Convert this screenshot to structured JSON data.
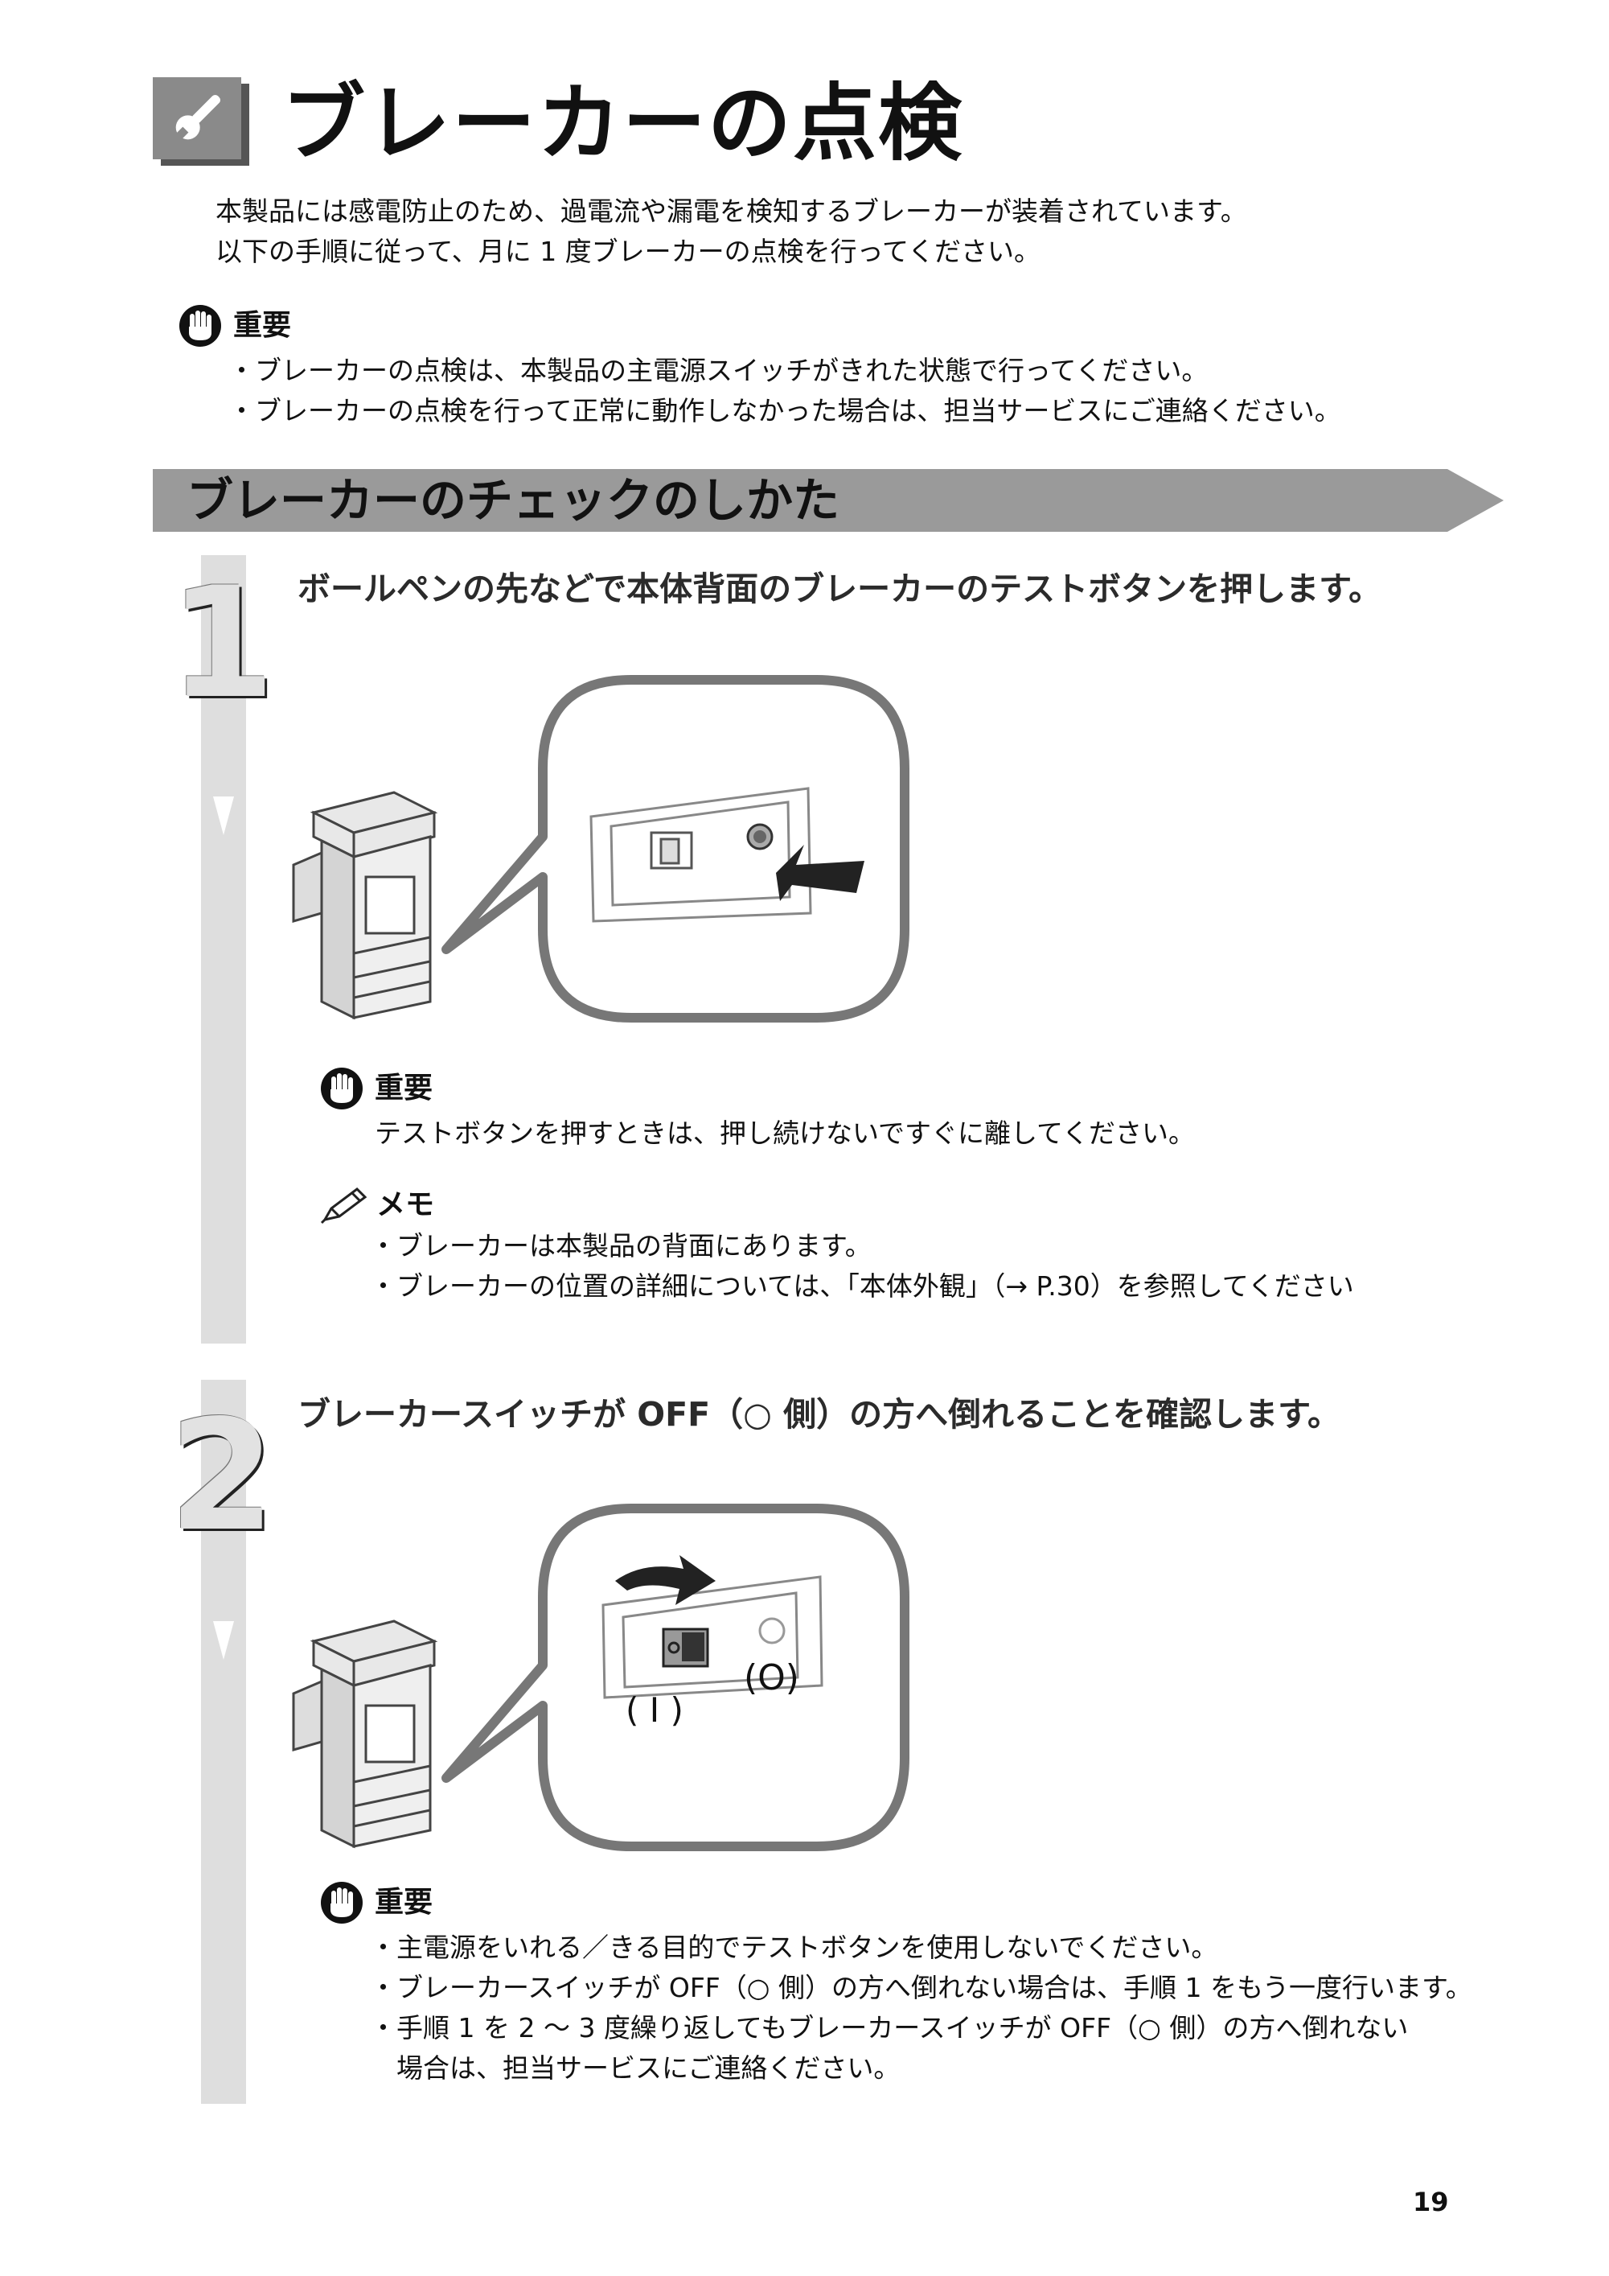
{
  "title": "ブレーカーの点検",
  "intro": [
    "本製品には感電防止のため、過電流や漏電を検知するブレーカーが装着されています。",
    "以下の手順に従って、月に 1 度ブレーカーの点検を行ってください。"
  ],
  "important_top": {
    "heading": "重要",
    "items": [
      "・ブレーカーの点検は、本製品の主電源スイッチがきれた状態で行ってください。",
      "・ブレーカーの点検を行って正常に動作しなかった場合は、担当サービスにご連絡ください。"
    ]
  },
  "section_title": "ブレーカーのチェックのしかた",
  "step1": {
    "number": "1",
    "title": "ボールペンの先などで本体背面のブレーカーのテストボタンを押します。",
    "important": {
      "heading": "重要",
      "text": "テストボタンを押すときは、押し続けないですぐに離してください。"
    },
    "memo": {
      "heading": "メモ",
      "items": [
        "・ブレーカーは本製品の背面にあります。",
        "・ブレーカーの位置の詳細については、「本体外観」（→ P.30）を参照してください"
      ]
    }
  },
  "step2": {
    "number": "2",
    "title": "ブレーカースイッチが OFF（○ 側）の方へ倒れることを確認します。",
    "label_off": "(O)",
    "label_on": "( I )",
    "important": {
      "heading": "重要",
      "items": [
        "・主電源をいれる／きる目的でテストボタンを使用しないでください。",
        "・ブレーカースイッチが OFF（○ 側）の方へ倒れない場合は、手順 1 をもう一度行います。",
        "・手順 1 を 2 ～ 3 度繰り返してもブレーカースイッチが OFF（○ 側）の方へ倒れない",
        "　場合は、担当サービスにご連絡ください。"
      ]
    }
  },
  "page_number": "19"
}
